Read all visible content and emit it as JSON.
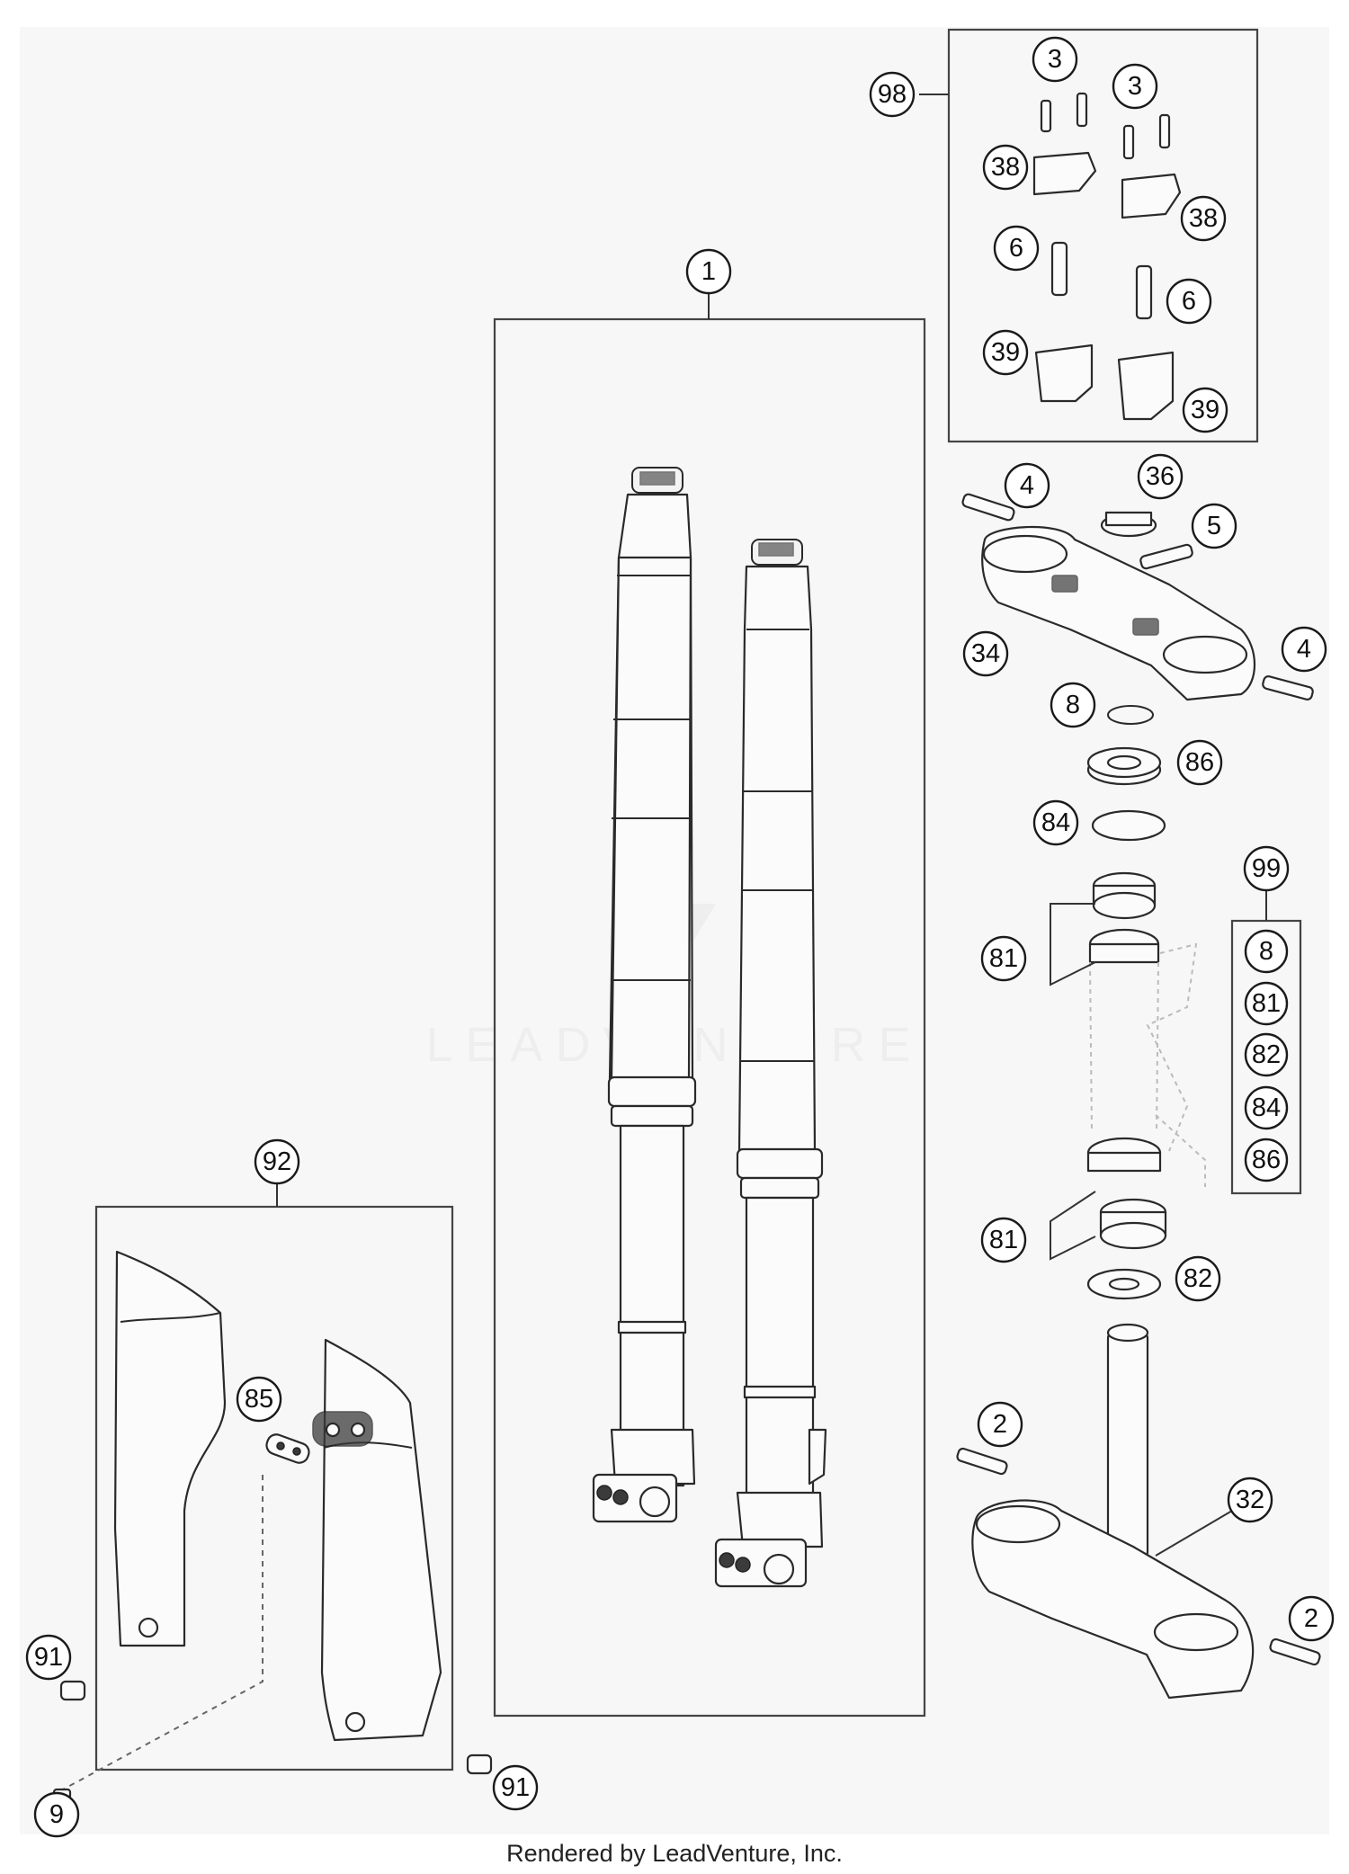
{
  "diagram": {
    "watermark": "LEADVENTURE",
    "footer": "Rendered by LeadVenture, Inc.",
    "callouts": {
      "c1": "1",
      "c2a": "2",
      "c2b": "2",
      "c3a": "3",
      "c3b": "3",
      "c4a": "4",
      "c4b": "4",
      "c5": "5",
      "c6a": "6",
      "c6b": "6",
      "c8": "8",
      "c9": "9",
      "c32": "32",
      "c34": "34",
      "c36": "36",
      "c38a": "38",
      "c38b": "38",
      "c39a": "39",
      "c39b": "39",
      "c81a": "81",
      "c81b": "81",
      "c82": "82",
      "c84": "84",
      "c85": "85",
      "c86": "86",
      "c91a": "91",
      "c91b": "91",
      "c92": "92",
      "c98": "98",
      "c99": "99"
    },
    "kit_99_items": [
      "8",
      "81",
      "82",
      "84",
      "86"
    ]
  }
}
